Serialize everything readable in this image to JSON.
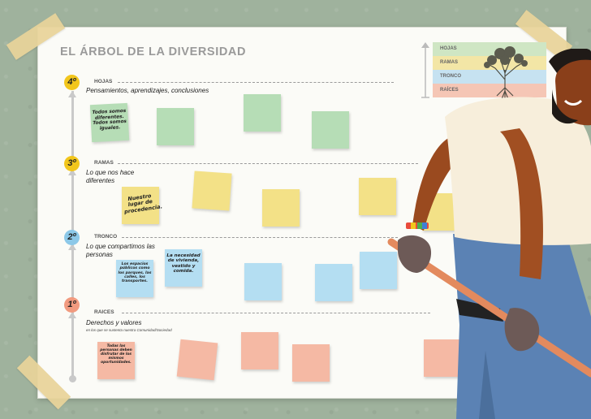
{
  "title": "EL ÁRBOL DE LA DIVERSIDAD",
  "legend": [
    {
      "label": "HOJAS",
      "color": "#cfe6c4"
    },
    {
      "label": "RAMAS",
      "color": "#f3e6a6"
    },
    {
      "label": "TRONCO",
      "color": "#c6e2f1"
    },
    {
      "label": "RAÍCES",
      "color": "#f5c6b5"
    }
  ],
  "levels": [
    {
      "number": "4º",
      "name": "HOJAS",
      "description": "Pensamientos, aprendizajes, conclusiones",
      "color": "#f2c61c",
      "note_text": "Todos somos diferentes. Todos somos iguales."
    },
    {
      "number": "3º",
      "name": "RAMAS",
      "description": "Lo que nos hace diferentes",
      "color": "#f2c61c",
      "note_text": "Nuestro lugar de procedencia."
    },
    {
      "number": "2º",
      "name": "TRONCO",
      "description": "Lo que compartimos las personas",
      "color": "#8cc8e8",
      "note_text": "Los espacios públicos como los parques, las calles, los transportes.",
      "note_text_2": "La necesidad de vivienda, vestido y comida."
    },
    {
      "number": "1º",
      "name": "RAICES",
      "description": "Derechos y valores",
      "subtitle": "en los que se sustenta nuestra Comunidad/Sociedad",
      "color": "#f19a7f",
      "note_text": "Todas las personas deben disfrutar de los mismos oportunidades."
    }
  ]
}
